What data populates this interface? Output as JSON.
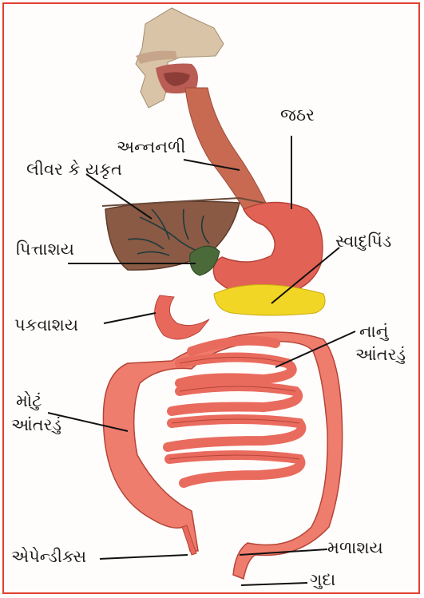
{
  "labels": {
    "food_pipe": "અન્નનળી",
    "liver": "લીવર કે યકૃત",
    "stomach": "જઠર",
    "gall_bladder": "પિત્તાશય",
    "pancreas": "સ્વાદુપિંડ",
    "duodenum": "પકવાશય",
    "small_intestine_1": "નાનું",
    "small_intestine_2": "આંતરડું",
    "large_intestine_1": "મોટું",
    "large_intestine_2": "આંતરડું",
    "appendix": "એપેન્ડીક્સ",
    "rectum": "મળાશય",
    "anus": "ગુદા"
  },
  "colors": {
    "frame": "#e2402e",
    "organ_red": "#e8685c",
    "liver_brown": "#8a5a44",
    "pancreas_yellow": "#f2d626",
    "gall_green": "#4a6a3a",
    "vessel": "#1e3a3e"
  }
}
